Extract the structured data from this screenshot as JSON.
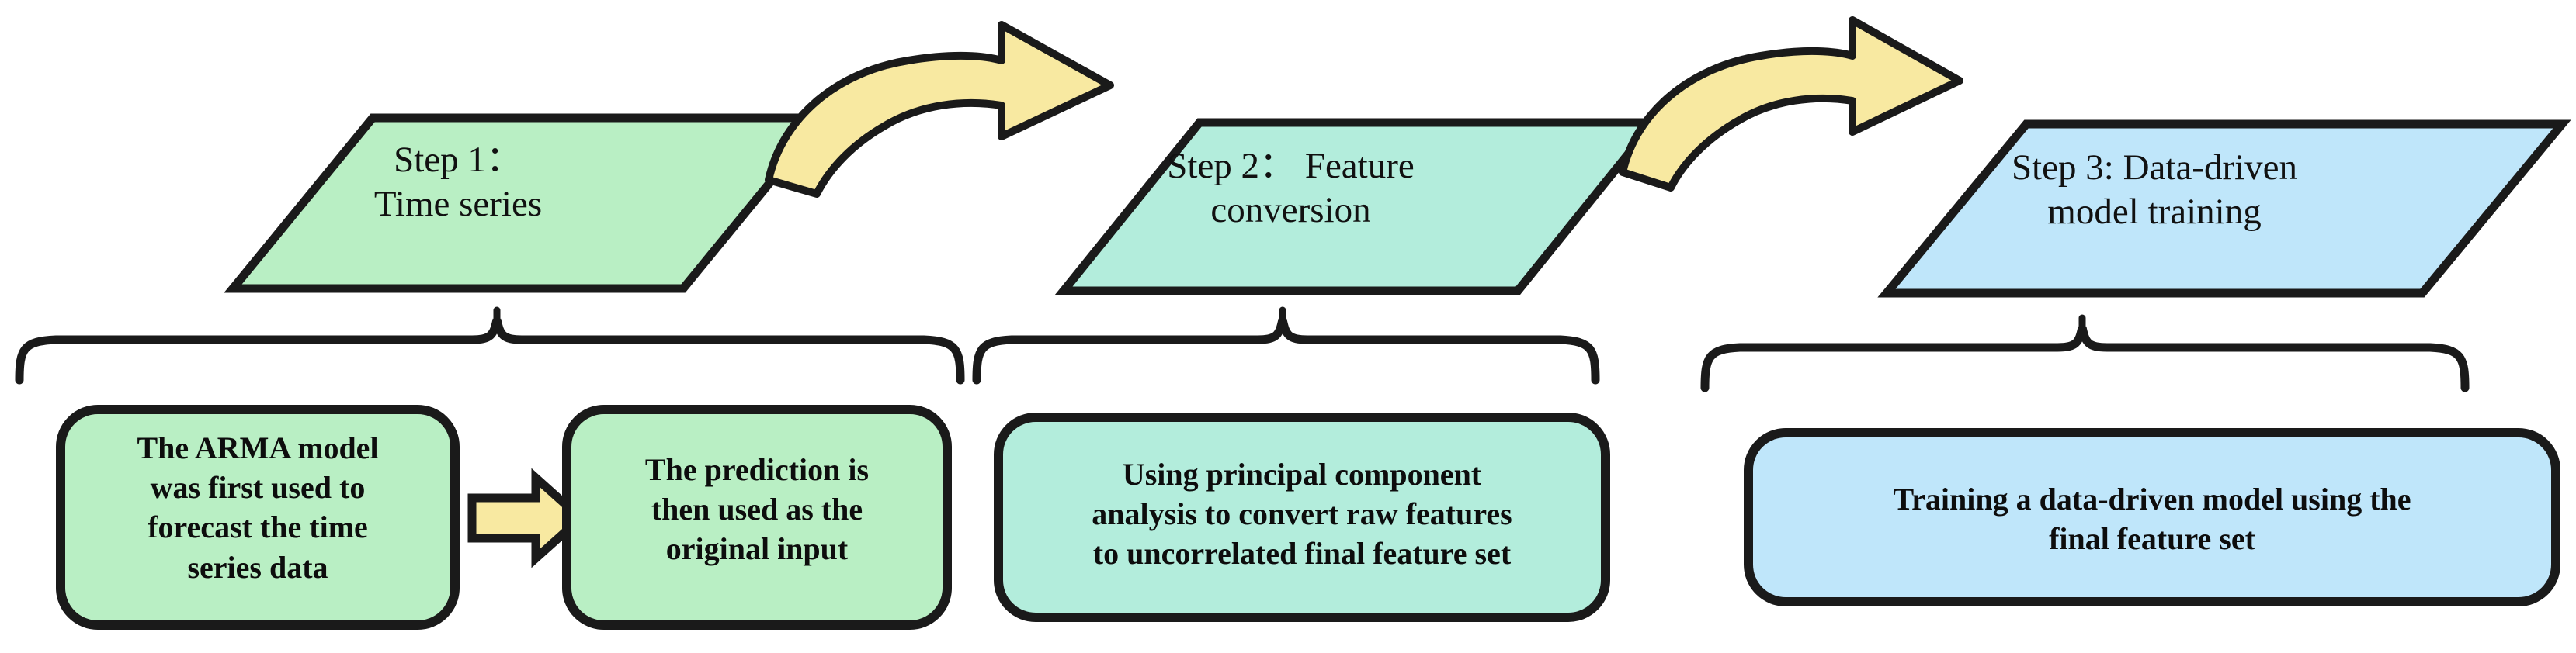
{
  "diagram": {
    "title": "Three-step data-driven modelling workflow",
    "background_color": "#ffffff",
    "stroke_color": "#1a1a1a",
    "colors": {
      "step1_green": "#b9efc4",
      "step2_teal": "#b3eddc",
      "step3_blue": "#bfe6fa",
      "arrow_yellow": "#f8e9a1",
      "outline": "#1a1a1a",
      "text": "#111111"
    },
    "steps": [
      {
        "id": "step-1",
        "shape": "parallelogram",
        "fill": "#b9efc4",
        "label": "Step 1：\nTime series",
        "line1": "Step 1：",
        "line2": "Time series"
      },
      {
        "id": "step-2",
        "shape": "parallelogram",
        "fill": "#b3eddc",
        "label": "Step 2：  Feature\nconversion",
        "line1": "Step 2：  Feature",
        "line2": "conversion"
      },
      {
        "id": "step-3",
        "shape": "parallelogram",
        "fill": "#bfe6fa",
        "label": "Step 3: Data-driven\nmodel training",
        "line1": "Step 3: Data-driven",
        "line2": "model training"
      }
    ],
    "detail_boxes": [
      {
        "id": "detail-box-1",
        "belongs_to": "step-1",
        "fill": "#b9efc4",
        "text": "The ARMA model\nwas first used to\nforecast the time\nseries data"
      },
      {
        "id": "detail-box-2",
        "belongs_to": "step-1",
        "fill": "#b9efc4",
        "text": "The prediction is\nthen used as the\noriginal input"
      },
      {
        "id": "detail-box-3",
        "belongs_to": "step-2",
        "fill": "#b3eddc",
        "text": "Using principal component\nanalysis to convert raw features\nto uncorrelated final feature set"
      },
      {
        "id": "detail-box-4",
        "belongs_to": "step-3",
        "fill": "#bfe6fa",
        "text": "Training a data-driven model using the\nfinal feature set"
      }
    ],
    "connectors": [
      {
        "id": "curved-arrow-1",
        "icon": "curved-right-arrow-icon",
        "from": "step-1",
        "to": "step-2",
        "fill": "#f8e9a1"
      },
      {
        "id": "curved-arrow-2",
        "icon": "curved-right-arrow-icon",
        "from": "step-2",
        "to": "step-3",
        "fill": "#f8e9a1"
      },
      {
        "id": "block-arrow-1",
        "icon": "right-block-arrow-icon",
        "from": "detail-box-1",
        "to": "detail-box-2",
        "fill": "#f8e9a1"
      }
    ],
    "braces": [
      {
        "id": "brace-step-1",
        "groups": "step-1"
      },
      {
        "id": "brace-step-2",
        "groups": "step-2"
      },
      {
        "id": "brace-step-3",
        "groups": "step-3"
      }
    ]
  }
}
